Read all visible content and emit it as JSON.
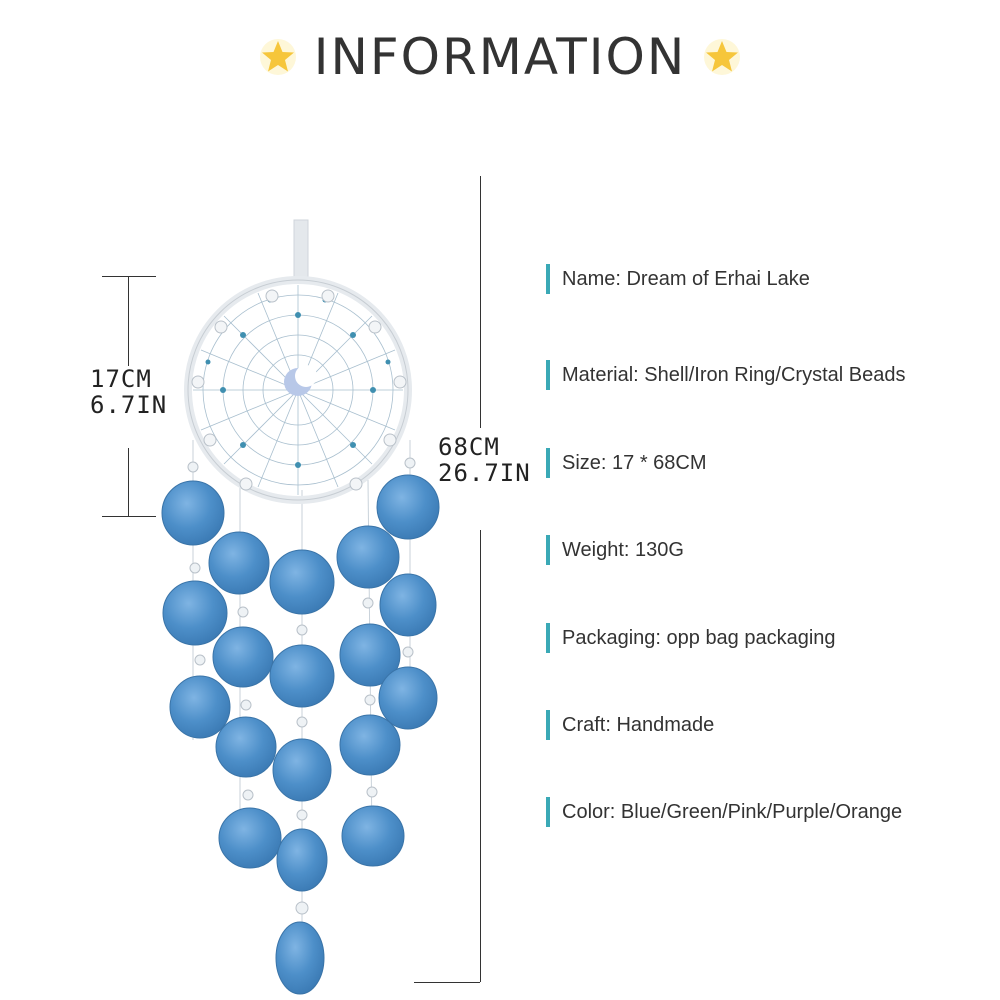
{
  "header": {
    "title": "INFORMATION",
    "left_icon": "star-icon",
    "right_icon": "star-icon",
    "star_color": "#f6c63b"
  },
  "dimensions": {
    "diameter_cm": "17CM",
    "diameter_in": "6.7IN",
    "length_cm": "68CM",
    "length_in": "26.7IN"
  },
  "specs": [
    {
      "text": "Name: Dream of Erhai Lake"
    },
    {
      "text": "Material: Shell/Iron Ring/Crystal Beads"
    },
    {
      "text": "Size: 17 * 68CM"
    },
    {
      "text": "Weight: 130G"
    },
    {
      "text": "Packaging: opp bag packaging"
    },
    {
      "text": "Craft: Handmade"
    },
    {
      "text": "Color: Blue/Green/Pink/Purple/Orange"
    }
  ],
  "colors": {
    "accent": "#3aa9b6",
    "shell": "#4d8fc9",
    "ring": "#e9edf1"
  }
}
